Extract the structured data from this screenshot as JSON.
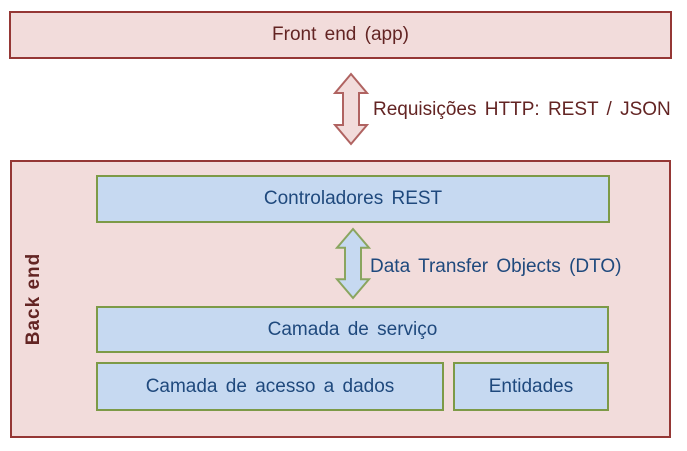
{
  "diagram": {
    "front_end": {
      "label": "Front end (app)"
    },
    "http_arrow_label": "Requisições HTTP: REST / JSON",
    "back_end": {
      "label": "Back end",
      "controllers_label": "Controladores REST",
      "dto_arrow_label": "Data Transfer Objects (DTO)",
      "service_label": "Camada de serviço",
      "data_access_label": "Camada de acesso a dados",
      "entities_label": "Entidades"
    }
  },
  "colors": {
    "pink_fill": "#f2dcdb",
    "dark_red_border": "#953735",
    "dark_red_text": "#632423",
    "blue_fill": "#c6d9f1",
    "olive_border": "#7d9a47",
    "dark_blue_text": "#1f497d",
    "pink_arrow_stroke": "#b06361",
    "blue_arrow_stroke": "#8aa55f"
  }
}
